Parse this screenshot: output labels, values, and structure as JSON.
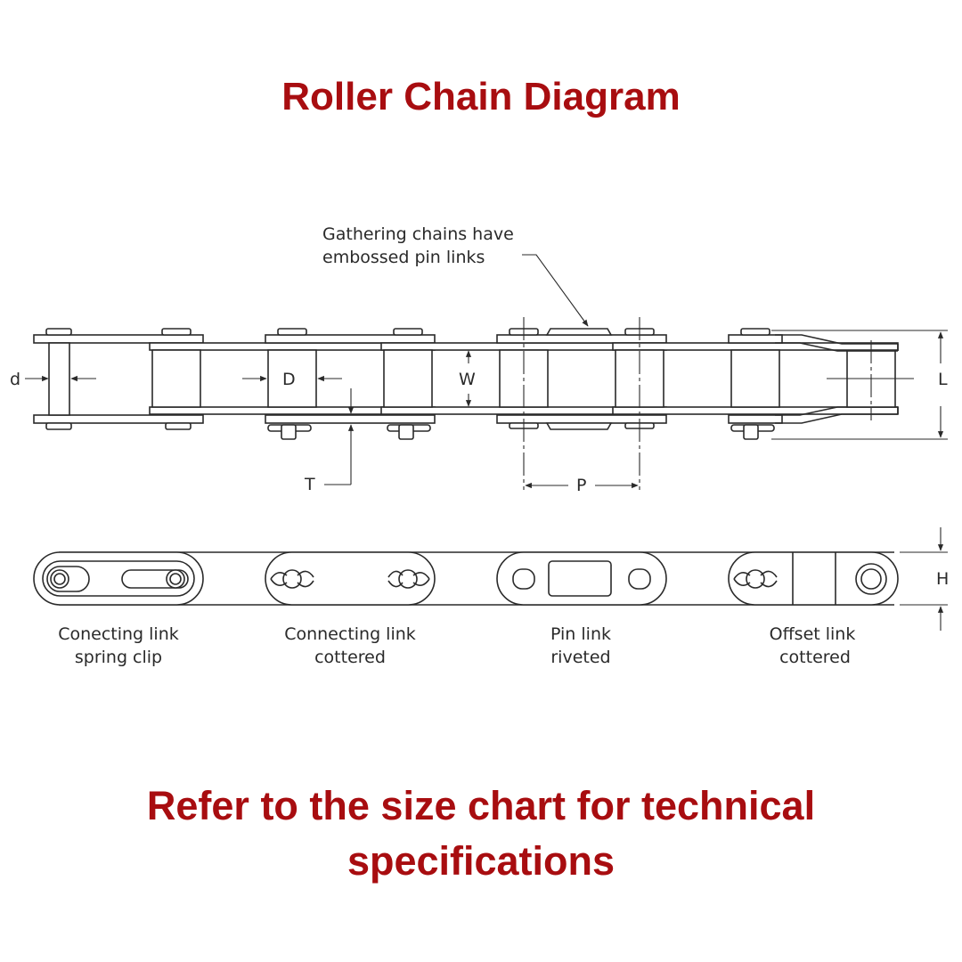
{
  "title": "Roller Chain Diagram",
  "footer": "Refer to the size chart for technical specifications",
  "callout": {
    "line1": "Gathering chains have",
    "line2": "embossed pin links"
  },
  "dimensions": {
    "d": "d",
    "D": "D",
    "W": "W",
    "L": "L",
    "T": "T",
    "P": "P",
    "H": "H"
  },
  "link_types": [
    {
      "line1": "Conecting link",
      "line2": "spring clip"
    },
    {
      "line1": "Connecting link",
      "line2": "cottered"
    },
    {
      "line1": "Pin link",
      "line2": "riveted"
    },
    {
      "line1": "Offset link",
      "line2": "cottered"
    }
  ]
}
